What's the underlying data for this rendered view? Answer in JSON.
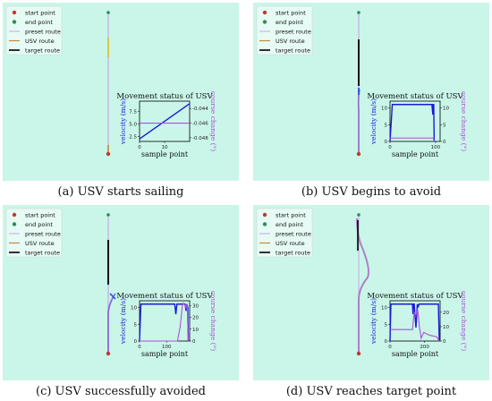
{
  "legend": {
    "start": "start point",
    "end": "end point",
    "preset": "preset route",
    "usv": "USV route",
    "target": "target route"
  },
  "inset_title": "Movement status of USV",
  "inset_xlabel": "sample point",
  "inset_ylabel": "velocity (m/s)",
  "inset_y2label": "course change (°)",
  "colors": {
    "panel_bg": "#c9f6e8",
    "start_point": "#c0392b",
    "end_point": "#2e8b57",
    "preset_route": "#c4b6e8",
    "usv_route": "#c9863a",
    "target_route": "#000000",
    "velocity": "#1a1ad8",
    "course": "#b04fd8"
  },
  "chart_data": [
    {
      "type": "line",
      "caption": "(a) USV starts sailing",
      "title": "Movement status of USV",
      "xlabel": "sample point",
      "ylabel": "velocity (m/s)",
      "y2label": "course change (°)",
      "xlim": [
        0,
        20
      ],
      "ylim": [
        1.5,
        9.5
      ],
      "y2lim": [
        -0.0485,
        -0.043
      ],
      "xticks": [
        "0",
        "10"
      ],
      "yticks": [
        "2.5",
        "5.0",
        "7.5"
      ],
      "y2ticks": [
        "-0.044",
        "-0.046",
        "-0.048"
      ],
      "series": [
        {
          "axis": "left",
          "x": [
            0,
            20
          ],
          "y": [
            2.0,
            9.0
          ]
        },
        {
          "axis": "right",
          "x": [
            0,
            20
          ],
          "y": [
            -0.046,
            -0.046
          ]
        }
      ]
    },
    {
      "type": "line",
      "caption": "(b) USV begins to avoid",
      "title": "Movement status of USV",
      "xlabel": "sample point",
      "ylabel": "velocity (m/s)",
      "y2label": "course change (°)",
      "xlim": [
        0,
        110
      ],
      "ylim": [
        0,
        12
      ],
      "y2lim": [
        0,
        12
      ],
      "xticks": [
        "0",
        "100"
      ],
      "yticks": [
        "0",
        "5",
        "10"
      ],
      "y2ticks": [
        "0",
        "5",
        "10"
      ],
      "series": [
        {
          "axis": "left",
          "x": [
            0,
            5,
            92,
            94,
            95,
            96,
            97
          ],
          "y": [
            0,
            11,
            11,
            8,
            11,
            11,
            0
          ]
        },
        {
          "axis": "right",
          "x": [
            0,
            95,
            97
          ],
          "y": [
            1,
            1,
            0
          ]
        }
      ]
    },
    {
      "type": "line",
      "caption": "(c) USV successfully avoided",
      "title": "Movement status of USV",
      "xlabel": "sample point",
      "ylabel": "velocity (m/s)",
      "y2label": "course change (°)",
      "xlim": [
        0,
        185
      ],
      "ylim": [
        0,
        12
      ],
      "y2lim": [
        0,
        34
      ],
      "xticks": [
        "0",
        "100"
      ],
      "yticks": [
        "0",
        "5",
        "10"
      ],
      "y2ticks": [
        "0",
        "10",
        "20",
        "30"
      ],
      "series": [
        {
          "axis": "left",
          "x": [
            0,
            5,
            130,
            134,
            138,
            142,
            148,
            168,
            172,
            175,
            178,
            180
          ],
          "y": [
            0,
            11,
            11,
            8,
            11,
            11,
            11,
            11,
            9,
            11,
            10,
            0
          ]
        },
        {
          "axis": "right",
          "x": [
            0,
            140,
            150,
            158,
            162,
            168,
            172,
            176,
            180
          ],
          "y": [
            0,
            0,
            12,
            30,
            32,
            30,
            28,
            31,
            0
          ]
        }
      ]
    },
    {
      "type": "line",
      "caption": "(d) USV reaches target point",
      "title": "Movement status of USV",
      "xlabel": "sample point",
      "ylabel": "velocity (m/s)",
      "y2label": "course change (°)",
      "xlim": [
        0,
        290
      ],
      "ylim": [
        0,
        12
      ],
      "y2lim": [
        0,
        28
      ],
      "xticks": [
        "0",
        "200"
      ],
      "yticks": [
        "0",
        "5",
        "10"
      ],
      "y2ticks": [
        "0",
        "10",
        "20"
      ],
      "series": [
        {
          "axis": "left",
          "x": [
            0,
            5,
            130,
            133,
            136,
            140,
            150,
            158,
            162,
            168,
            280,
            285
          ],
          "y": [
            0,
            11,
            11,
            8,
            11,
            11,
            4,
            11,
            10,
            11,
            11,
            0
          ]
        },
        {
          "axis": "right",
          "x": [
            0,
            10,
            130,
            140,
            150,
            160,
            170,
            180,
            195,
            230,
            270,
            285
          ],
          "y": [
            8,
            8,
            8,
            20,
            18,
            22,
            10,
            2,
            6,
            4,
            3,
            0
          ]
        }
      ]
    }
  ]
}
